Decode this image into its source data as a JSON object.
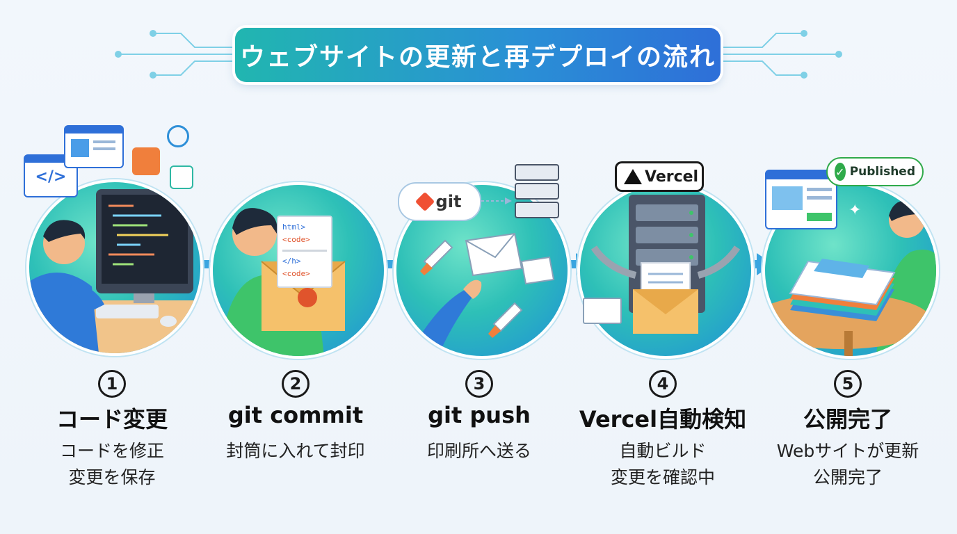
{
  "title": "ウェブサイトの更新と再デプロイの流れ",
  "steps": [
    {
      "number": "1",
      "label": "コード変更",
      "desc": [
        "コードを修正",
        "変更を保存"
      ]
    },
    {
      "number": "2",
      "label": "git commit",
      "desc": [
        "封筒に入れて封印"
      ]
    },
    {
      "number": "3",
      "label": "git push",
      "desc": [
        "印刷所へ送る"
      ]
    },
    {
      "number": "4",
      "label": "Vercel自動検知",
      "desc": [
        "自動ビルド",
        "変更を確認中"
      ]
    },
    {
      "number": "5",
      "label": "公開完了",
      "desc": [
        "Webサイトが更新",
        "公開完了"
      ]
    }
  ],
  "badges": {
    "git": "git",
    "vercel": "Vercel",
    "published": "Published"
  },
  "code_snippets": {
    "html": "html>",
    "code": "<code>",
    "close_h": "</h>",
    "code2": "<code>"
  },
  "colors": {
    "accent_teal": "#21b6b0",
    "accent_blue": "#2e6fd8",
    "published_green": "#2faa4a"
  }
}
